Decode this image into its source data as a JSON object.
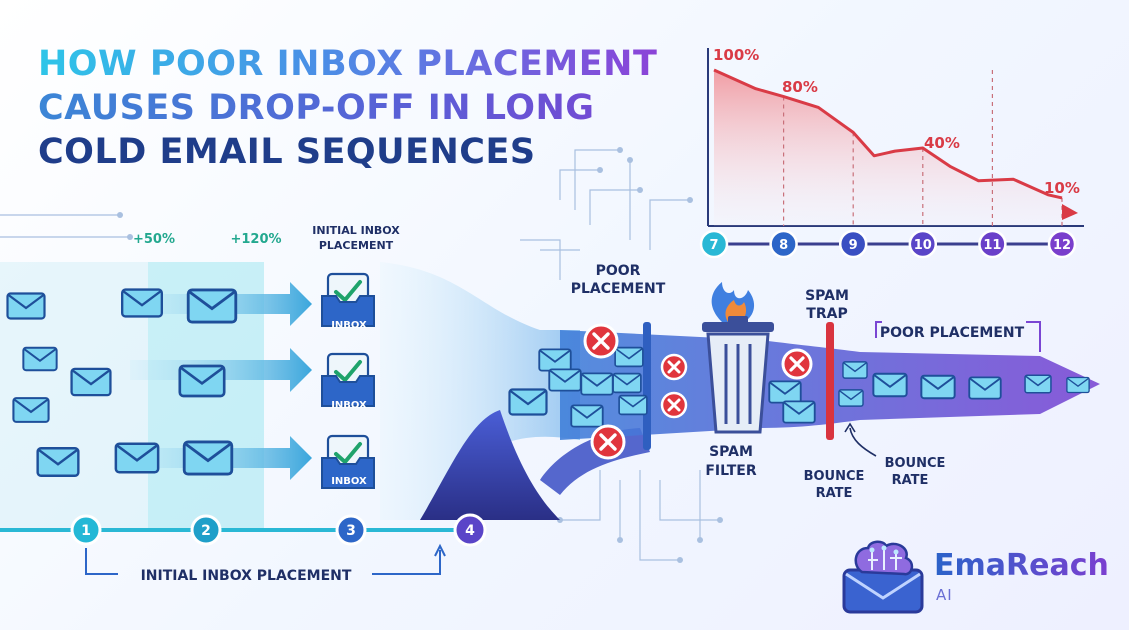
{
  "title": {
    "line1": "HOW POOR INBOX PLACEMENT",
    "line2": "CAUSES DROP-OFF IN LONG",
    "line3": "COLD EMAIL SEQUENCES"
  },
  "funnel": {
    "pct_a": "+50%",
    "pct_b": "+120%",
    "initial_header_1": "INITIAL INBOX",
    "initial_header_2": "PLACEMENT",
    "inbox_label": "INBOX",
    "bottom_label": "INITIAL INBOX PLACEMENT",
    "steps": [
      "1",
      "2",
      "3",
      "4"
    ]
  },
  "filters": {
    "poor_placement_1": "POOR",
    "poor_placement_2": "PLACEMENT",
    "spam_filter_1": "SPAM",
    "spam_filter_2": "FILTER",
    "spam_trap_1": "SPAM",
    "spam_trap_2": "TRAP",
    "poor_placement_right": "POOR PLACEMENT",
    "bounce_1_a": "BOUNCE",
    "bounce_1_b": "RATE",
    "bounce_2_a": "BOUNCE",
    "bounce_2_b": "RATE"
  },
  "chart_data": {
    "type": "line",
    "x": [
      7,
      7.6,
      8,
      8.5,
      9,
      9.3,
      9.6,
      10,
      10.4,
      10.8,
      11.3,
      11.8,
      12
    ],
    "y": [
      100,
      88,
      83,
      76,
      60,
      45,
      48,
      50,
      38,
      29,
      30,
      20,
      18
    ],
    "ticks": [
      "7",
      "8",
      "9",
      "10",
      "11",
      "12"
    ],
    "annotations": [
      "100%",
      "80%",
      "40%",
      "10%"
    ],
    "colors": {
      "line": "#d93b46",
      "fill": "#f4a3a8"
    }
  },
  "brand": {
    "name": "EmaReach",
    "sub": "AI"
  },
  "colors": {
    "accent_teal": "#24b8d6",
    "accent_blue": "#2d66c8",
    "accent_purple": "#7a45d3",
    "check_green": "#1fa36b",
    "red": "#e0353d"
  }
}
